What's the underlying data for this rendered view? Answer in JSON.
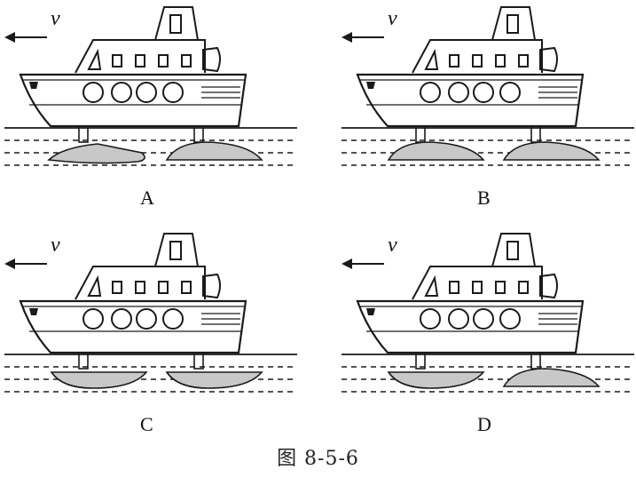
{
  "figure": {
    "caption": "图 8-5-6",
    "velocity_symbol": "v",
    "panels": [
      {
        "label": "A",
        "hydrofoil_style": "front-low-rear-high"
      },
      {
        "label": "B",
        "hydrofoil_style": "flat-top-both"
      },
      {
        "label": "C",
        "hydrofoil_style": "upside-curved-both"
      },
      {
        "label": "D",
        "hydrofoil_style": "front-upside-rear-flatbottom"
      }
    ],
    "colors": {
      "line": "#1a1a1a",
      "foil_fill": "#c8c8c8",
      "background": "#ffffff"
    }
  }
}
